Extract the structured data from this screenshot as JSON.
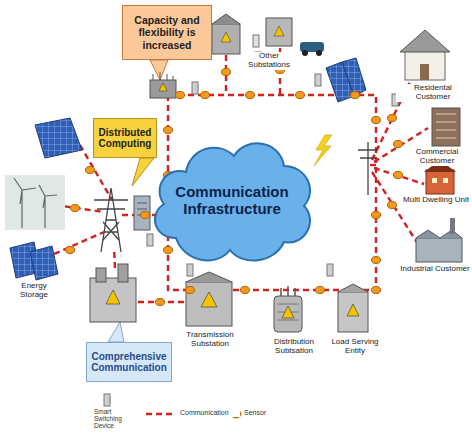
{
  "diagram": {
    "nodes": [
      {
        "text": [
          "Capacity and flexibility is increased"
        ]
      },
      {
        "text": [
          "Distributed Computing"
        ]
      },
      {
        "text": [
          "Communication Infrastructure"
        ]
      },
      {
        "text": [
          "Comprehensive Communication"
        ]
      }
    ],
    "labels": [
      "Other Substations",
      "Residental Customer",
      "Commercial Customer",
      "Multi Dwelling Unit",
      "Industrial Customer",
      "Energy Storage",
      "Transmission Substation",
      "Distribution Subtsation",
      "Load Serving Entity"
    ],
    "legend": [
      {
        "text": "Smart Switching Device"
      },
      {
        "text": "Communication"
      },
      {
        "text": "Sensor"
      }
    ]
  }
}
